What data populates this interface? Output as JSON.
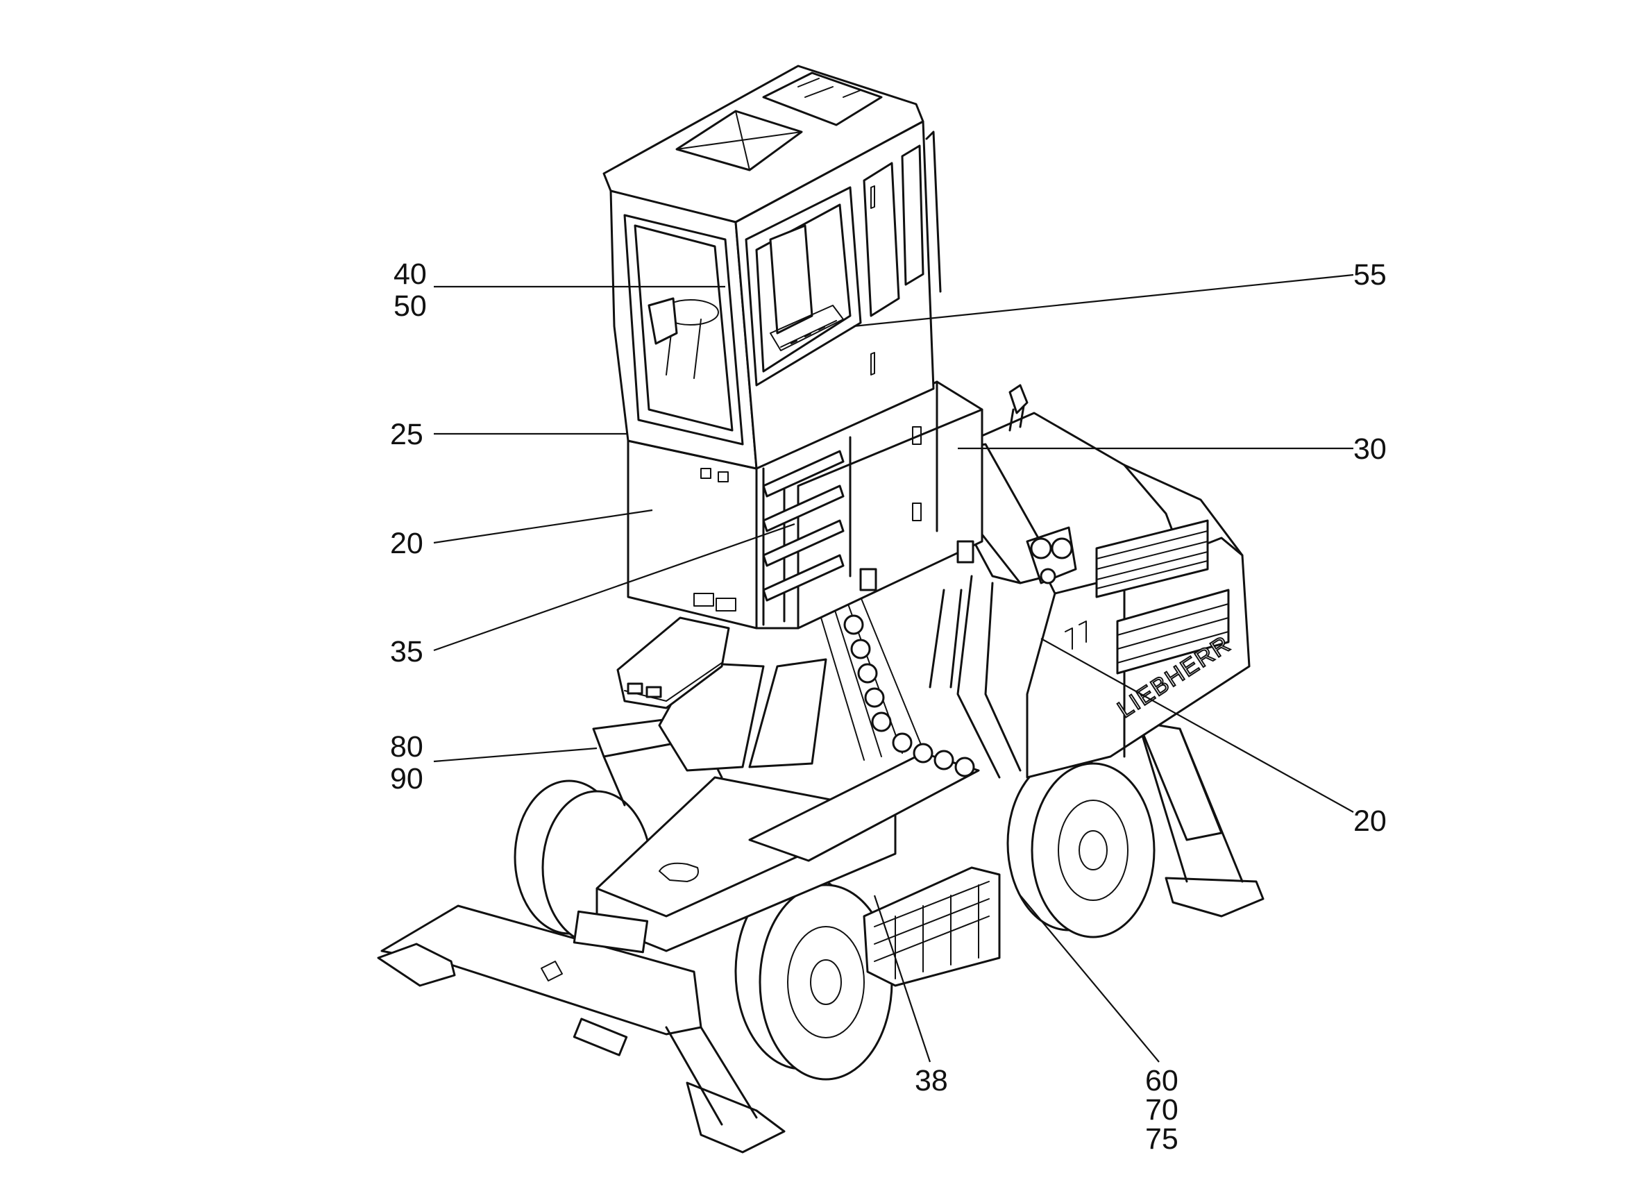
{
  "brand": "LIEBHERR",
  "callouts": [
    {
      "id": "c-40",
      "text": "40"
    },
    {
      "id": "c-50",
      "text": "50"
    },
    {
      "id": "c-25",
      "text": "25"
    },
    {
      "id": "c-20-left",
      "text": "20"
    },
    {
      "id": "c-35",
      "text": "35"
    },
    {
      "id": "c-80",
      "text": "80"
    },
    {
      "id": "c-90",
      "text": "90"
    },
    {
      "id": "c-55",
      "text": "55"
    },
    {
      "id": "c-30",
      "text": "30"
    },
    {
      "id": "c-20-right",
      "text": "20"
    },
    {
      "id": "c-38",
      "text": "38"
    },
    {
      "id": "c-60",
      "text": "60"
    },
    {
      "id": "c-70",
      "text": "70"
    },
    {
      "id": "c-75",
      "text": "75"
    }
  ]
}
